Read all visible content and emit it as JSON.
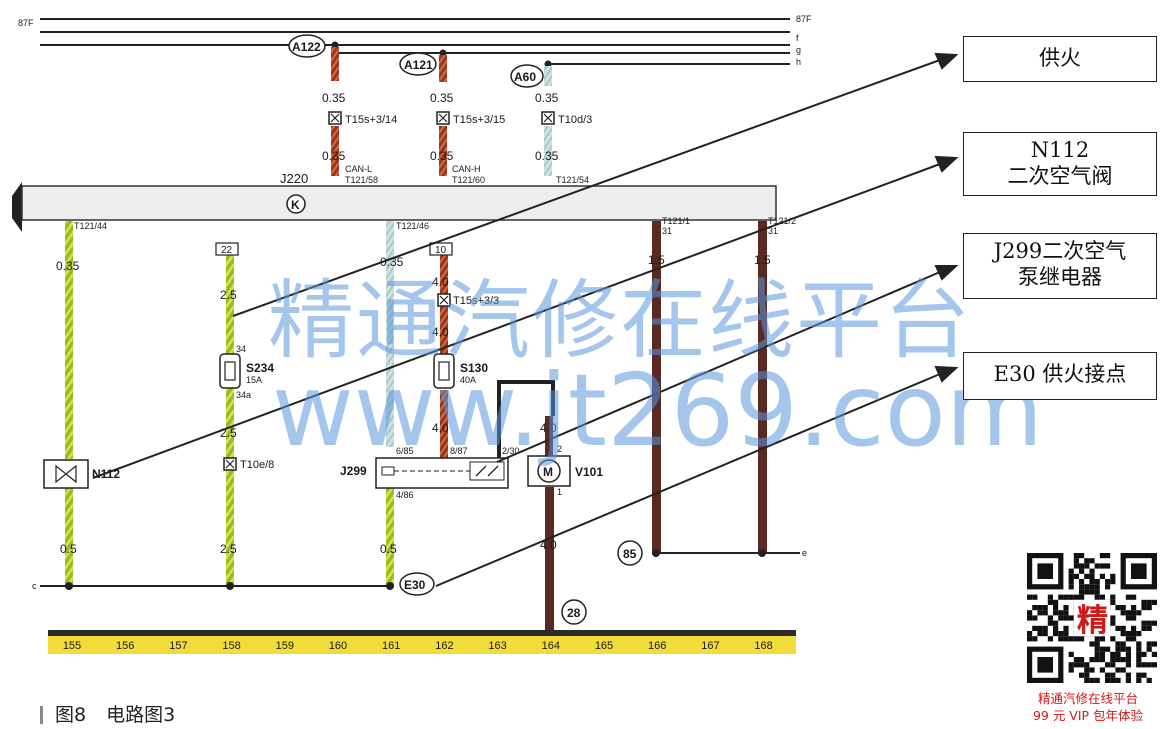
{
  "rails": {
    "top_left": "87F",
    "top_right": "87F",
    "wire_labels": [
      "f",
      "g",
      "h"
    ]
  },
  "modules": {
    "j220": "J220",
    "j220_k": "K",
    "j299": "J299",
    "v101": "V101",
    "n112": "N112",
    "s234": "S234",
    "s234_rating": "15A",
    "s234_top": "34",
    "s234_bottom": "34a",
    "s130": "S130",
    "s130_rating": "40A"
  },
  "connectors": {
    "a122": "A122",
    "a121": "A121",
    "a60": "A60",
    "e30": "E30",
    "c85": "85",
    "c28": "28",
    "box22": "22",
    "box10": "10",
    "t15s_3_14": "T15s+3/14",
    "t15s_3_15": "T15s+3/15",
    "t10d_3": "T10d/3",
    "t15s_3_3": "T15s+3/3",
    "t10e_8": "T10e/8",
    "t121_58": "T121/58",
    "t121_60": "T121/60",
    "t121_54": "T121/54",
    "t121_44": "T121/44",
    "t121_46": "T121/46",
    "t121_1": "T121/1",
    "t121_2": "T121/2",
    "can_l": "CAN-L",
    "can_h": "CAN-H",
    "pin_6_85": "6/85",
    "pin_4_86": "4/86",
    "pin_8_87": "8/87",
    "pin_2_30": "2/30",
    "pin_2": "2",
    "pin_1": "1",
    "pin_31a": "31",
    "pin_31b": "31"
  },
  "wire_sizes": {
    "a122_top": "0.35",
    "a122_bot": "0.35",
    "a121_top": "0.35",
    "a121_bot": "0.35",
    "a60_top": "0.35",
    "a60_bot": "0.35",
    "w155": "0.35",
    "w155_bot": "0.5",
    "w158_top": "2.5",
    "w158_mid": "2.5",
    "w158_bot": "2.5",
    "w161_top": "0.35",
    "w161_bot": "0.5",
    "w162_top": "4.0",
    "w162_mid": "4.0",
    "w162_bot": "4.0",
    "w164_top": "4.0",
    "w164_bot": "4.0",
    "w166": "1.5",
    "w168": "1.5"
  },
  "bus_labels": {
    "c": "c",
    "e": "e"
  },
  "bottom_ruler": [
    "155",
    "156",
    "157",
    "158",
    "159",
    "160",
    "161",
    "162",
    "163",
    "164",
    "165",
    "166",
    "167",
    "168"
  ],
  "callouts": {
    "supply": "供火",
    "n112_line1": "N112",
    "n112_line2": "二次空气阀",
    "j299_line1": "J299二次空气",
    "j299_line2": "泵继电器",
    "e30": "E30 供火接点"
  },
  "watermark": {
    "line1": "精通汽修在线平台",
    "line2": "www.jt269.com"
  },
  "caption": {
    "figure": "图8",
    "title": "电路图3"
  },
  "qr": {
    "badge": "精"
  },
  "promo": {
    "line1": "精通汽修在线平台",
    "line2": "99 元 VIP 包年体验"
  },
  "colors": {
    "wire_green_yellow": "#8dbb3c",
    "wire_brown": "#5a2a22",
    "wire_orange": "#d9552b",
    "ruler_yellow": "#f1dc3b",
    "watermark_blue": "#5a96dc",
    "promo_red": "#d01818"
  }
}
